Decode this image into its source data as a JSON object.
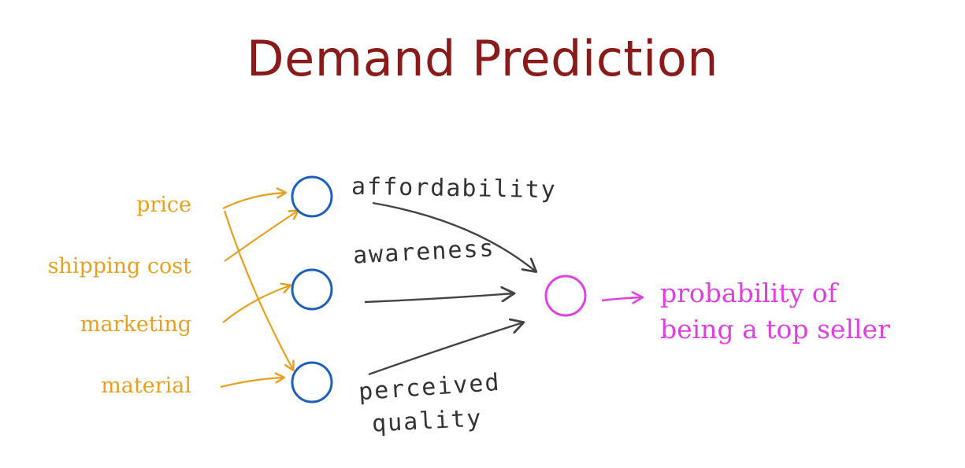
{
  "title": "Demand Prediction",
  "colors": {
    "title": "#8b1a1a",
    "input": "#e8a020",
    "hidden_node": "#1f5fbf",
    "hidden_text": "#333333",
    "output": "#e040e0"
  },
  "inputs": [
    {
      "label": "price"
    },
    {
      "label": "shipping cost"
    },
    {
      "label": "marketing"
    },
    {
      "label": "material"
    }
  ],
  "hidden_layer": [
    {
      "label": "affordability"
    },
    {
      "label": "awareness"
    },
    {
      "label": "perceived quality",
      "lines": [
        "perceived",
        "quality"
      ]
    }
  ],
  "output": {
    "lines": [
      "probability of",
      "being a top seller"
    ]
  }
}
